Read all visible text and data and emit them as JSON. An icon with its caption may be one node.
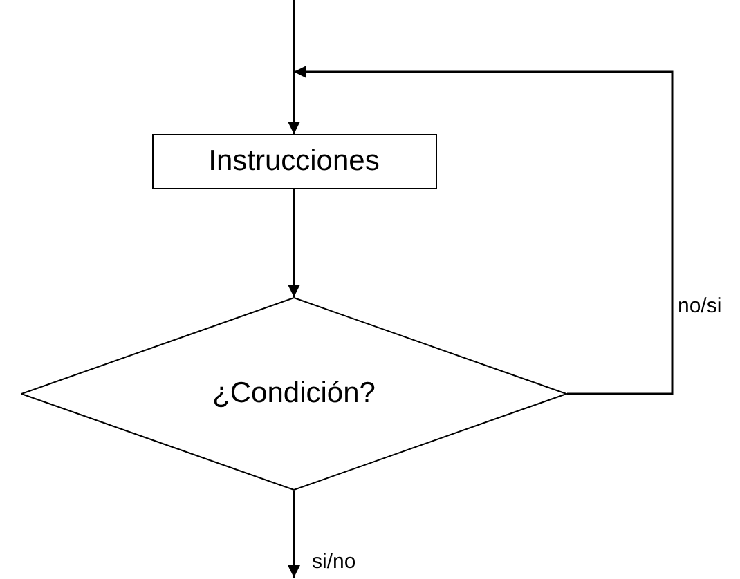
{
  "diagram": {
    "nodes": [
      {
        "text": [
          "Instrucciones"
        ]
      },
      {
        "text": [
          "¿Condición?"
        ]
      }
    ],
    "edges": [
      {
        "from": null,
        "to": 0,
        "arrow": "to"
      },
      {
        "from": 0,
        "to": 1,
        "arrow": "to"
      },
      {
        "from": 1,
        "to": 0,
        "arrow": "to",
        "label": "no/si"
      },
      {
        "from": 1,
        "to": null,
        "arrow": "to",
        "label": "si/no"
      }
    ]
  }
}
